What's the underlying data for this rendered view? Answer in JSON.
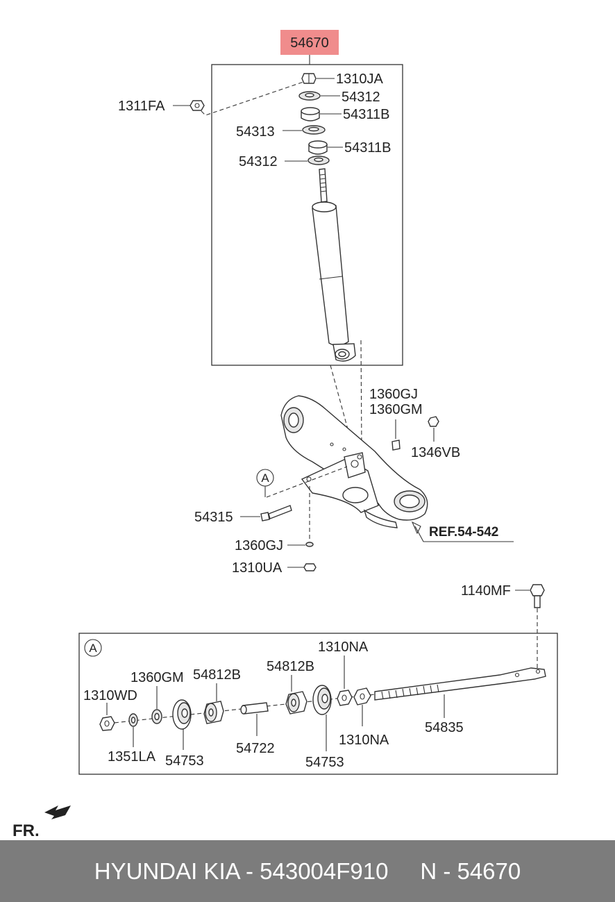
{
  "highlight_part": "54670",
  "top_labels": {
    "p1310JA": "1310JA",
    "p54312a": "54312",
    "p1311FA": "1311FA",
    "p54311Ba": "54311B",
    "p54313": "54313",
    "p54311Bb": "54311B",
    "p54312b": "54312"
  },
  "arm_labels": {
    "p1360GJa": "1360GJ",
    "p1360GM": "1360GM",
    "p1346VB": "1346VB",
    "circle_a": "A",
    "p54315": "54315",
    "ref": "REF.54-542",
    "p1360GJb": "1360GJ",
    "p1310UA": "1310UA",
    "p1140MF": "1140MF"
  },
  "detail_labels": {
    "circle_a": "A",
    "p1310NAa": "1310NA",
    "p1360GM": "1360GM",
    "p54812Ba": "54812B",
    "p54812Bb": "54812B",
    "p1310WD": "1310WD",
    "p54835": "54835",
    "p1310NAb": "1310NA",
    "p54722": "54722",
    "p1351LA": "1351LA",
    "p54753a": "54753",
    "p54753b": "54753"
  },
  "direction_label": "FR.",
  "highlight_color": "#f08c8c",
  "footer_bg": "#7c7c7c",
  "footer": {
    "brand_part": "HYUNDAI KIA - 543004F910",
    "ref_part": "N - 54670"
  }
}
